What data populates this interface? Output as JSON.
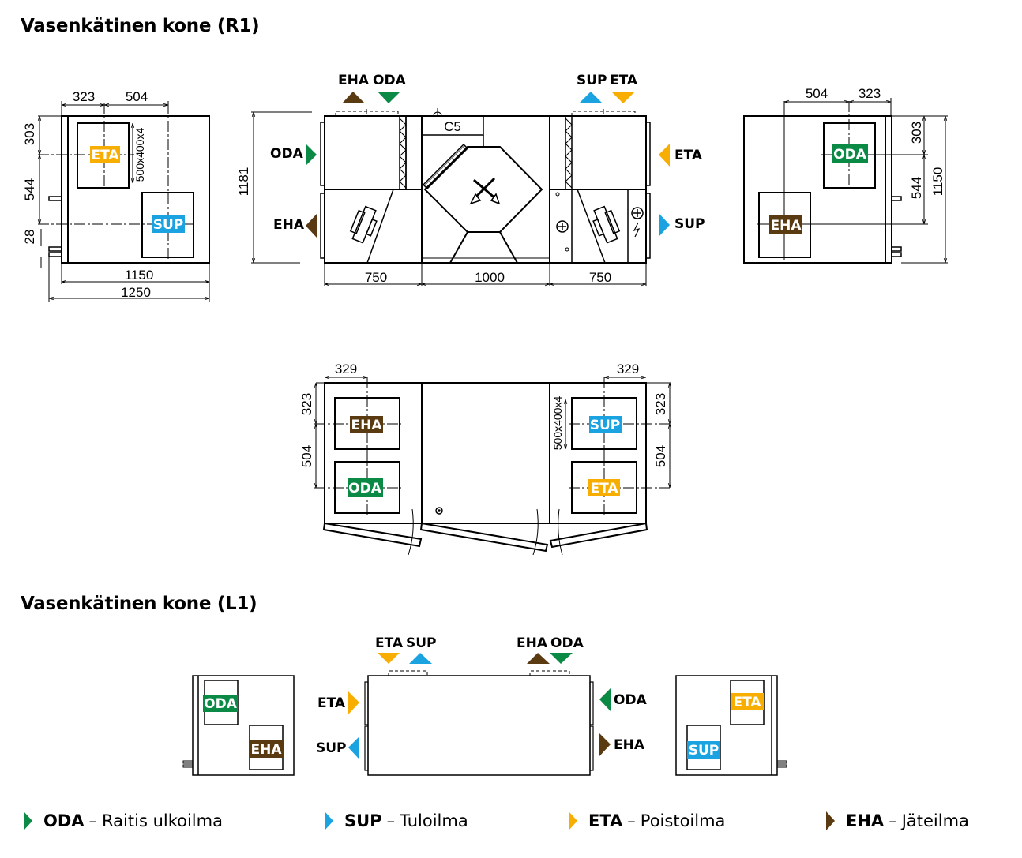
{
  "headings": {
    "r1": "Vasenkätinen kone (R1)",
    "l1": "Vasenkätinen kone (L1)"
  },
  "colors": {
    "ODA": "#0a8a45",
    "SUP": "#1aa3e0",
    "ETA": "#f7ae00",
    "EHA": "#5a3a10"
  },
  "r1": {
    "left_end_view": {
      "dims": {
        "top_a": "323",
        "top_b": "504",
        "left_a": "303",
        "left_b": "544",
        "left_c": "28",
        "bottom_a": "1150",
        "bottom_b": "1250",
        "duct": "500x400x4"
      },
      "labels": [
        "ETA",
        "SUP"
      ]
    },
    "front_view": {
      "top_left_labels": [
        "EHA",
        "ODA"
      ],
      "top_right_labels": [
        "SUP",
        "ETA"
      ],
      "side_left_labels": [
        "ODA",
        "EHA"
      ],
      "side_right_labels": [
        "ETA",
        "SUP"
      ],
      "dims": {
        "height": "1181",
        "seg1": "750",
        "seg2": "1000",
        "seg3": "750"
      },
      "filter_class": "C5"
    },
    "right_end_view": {
      "dims": {
        "top_a": "504",
        "top_b": "323",
        "right_a": "303",
        "right_b": "544",
        "right_c": "1150"
      },
      "labels": [
        "ODA",
        "EHA"
      ]
    },
    "top_view": {
      "dims": {
        "left_w": "329",
        "right_w": "329",
        "left_a": "323",
        "left_b": "504",
        "right_a": "323",
        "right_b": "504",
        "duct": "500x400x4"
      },
      "labels": [
        "EHA",
        "ODA",
        "SUP",
        "ETA"
      ]
    }
  },
  "l1": {
    "left_end_labels": [
      "ODA",
      "EHA"
    ],
    "front_top_left_labels": [
      "ETA",
      "SUP"
    ],
    "front_top_right_labels": [
      "EHA",
      "ODA"
    ],
    "front_side_left_labels": [
      "ETA",
      "SUP"
    ],
    "front_side_right_labels": [
      "ODA",
      "EHA"
    ],
    "right_end_labels": [
      "ETA",
      "SUP"
    ]
  },
  "legend": [
    {
      "code": "ODA",
      "sep": "–",
      "text": "Raitis ulkoilma"
    },
    {
      "code": "SUP",
      "sep": "–",
      "text": "Tuloilma"
    },
    {
      "code": "ETA",
      "sep": "–",
      "text": "Poistoilma"
    },
    {
      "code": "EHA",
      "sep": "–",
      "text": "Jäteilma"
    }
  ]
}
